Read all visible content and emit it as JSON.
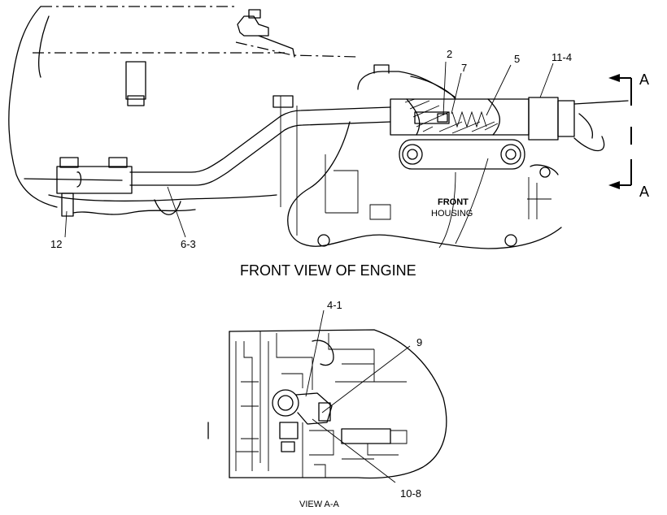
{
  "front_view": {
    "title": "FRONT VIEW OF ENGINE",
    "callouts": {
      "c2": "2",
      "c7": "7",
      "c5": "5",
      "c11_4": "11-4",
      "c12": "12",
      "c6_3": "6-3"
    },
    "section_marks": {
      "top": "A",
      "bottom": "A"
    },
    "housing_label_line1": "FRONT",
    "housing_label_line2": "HOUSING"
  },
  "view_aa": {
    "title": "VIEW A-A",
    "callouts": {
      "c4_1": "4-1",
      "c9": "9",
      "c10_8": "10-8"
    }
  }
}
